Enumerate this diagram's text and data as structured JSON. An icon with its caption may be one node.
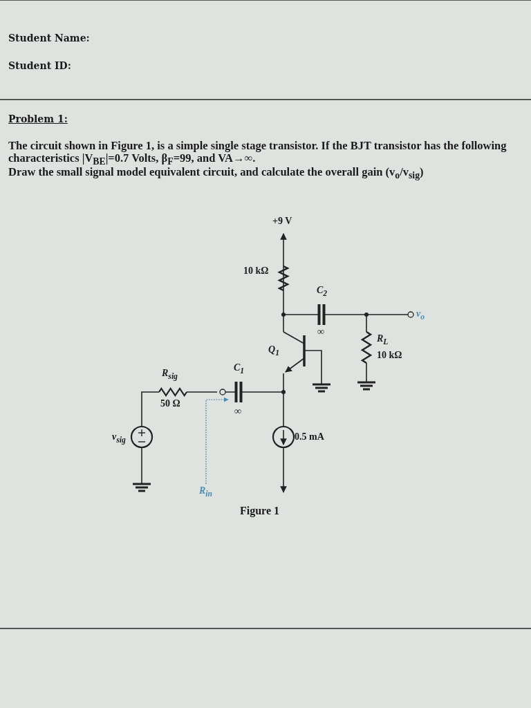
{
  "diagram": {
    "title": "Problem 1:",
    "caption": "Figure 1",
    "labels": [
      "Student Name:",
      "Student ID:",
      "The circuit shown in Figure 1, is a simple single stage transistor. If the BJT transistor has the following characteristics |V$_{BE}$|=0.7 Volts, β$_{F}$=99, and VA→∞.",
      "Draw the small signal model equivalent circuit, and calculate the overall gain (v$_{o}$/v$_{sig}$)",
      "+9 V",
      "10 kΩ",
      "C$_{2}$",
      "v$_{o}$",
      "∞",
      "Q$_{1}$",
      "R$_{L}$",
      "10 kΩ",
      "C$_{1}$",
      "R$_{sig}$",
      "50 Ω",
      "∞",
      "v$_{sig}$",
      "0.5 mA",
      "R$_{in}$"
    ]
  }
}
